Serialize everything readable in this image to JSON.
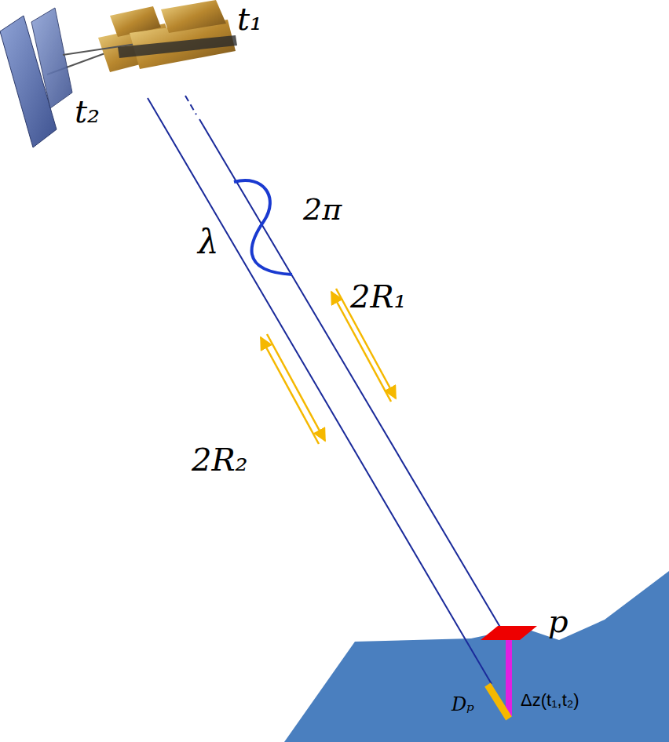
{
  "diagram": {
    "labels": [
      "t₁",
      "t₂",
      "2π",
      "λ",
      "2R₁",
      "2R₂",
      "p",
      "Dₚ",
      "Δz(t₁,t₂)"
    ]
  }
}
